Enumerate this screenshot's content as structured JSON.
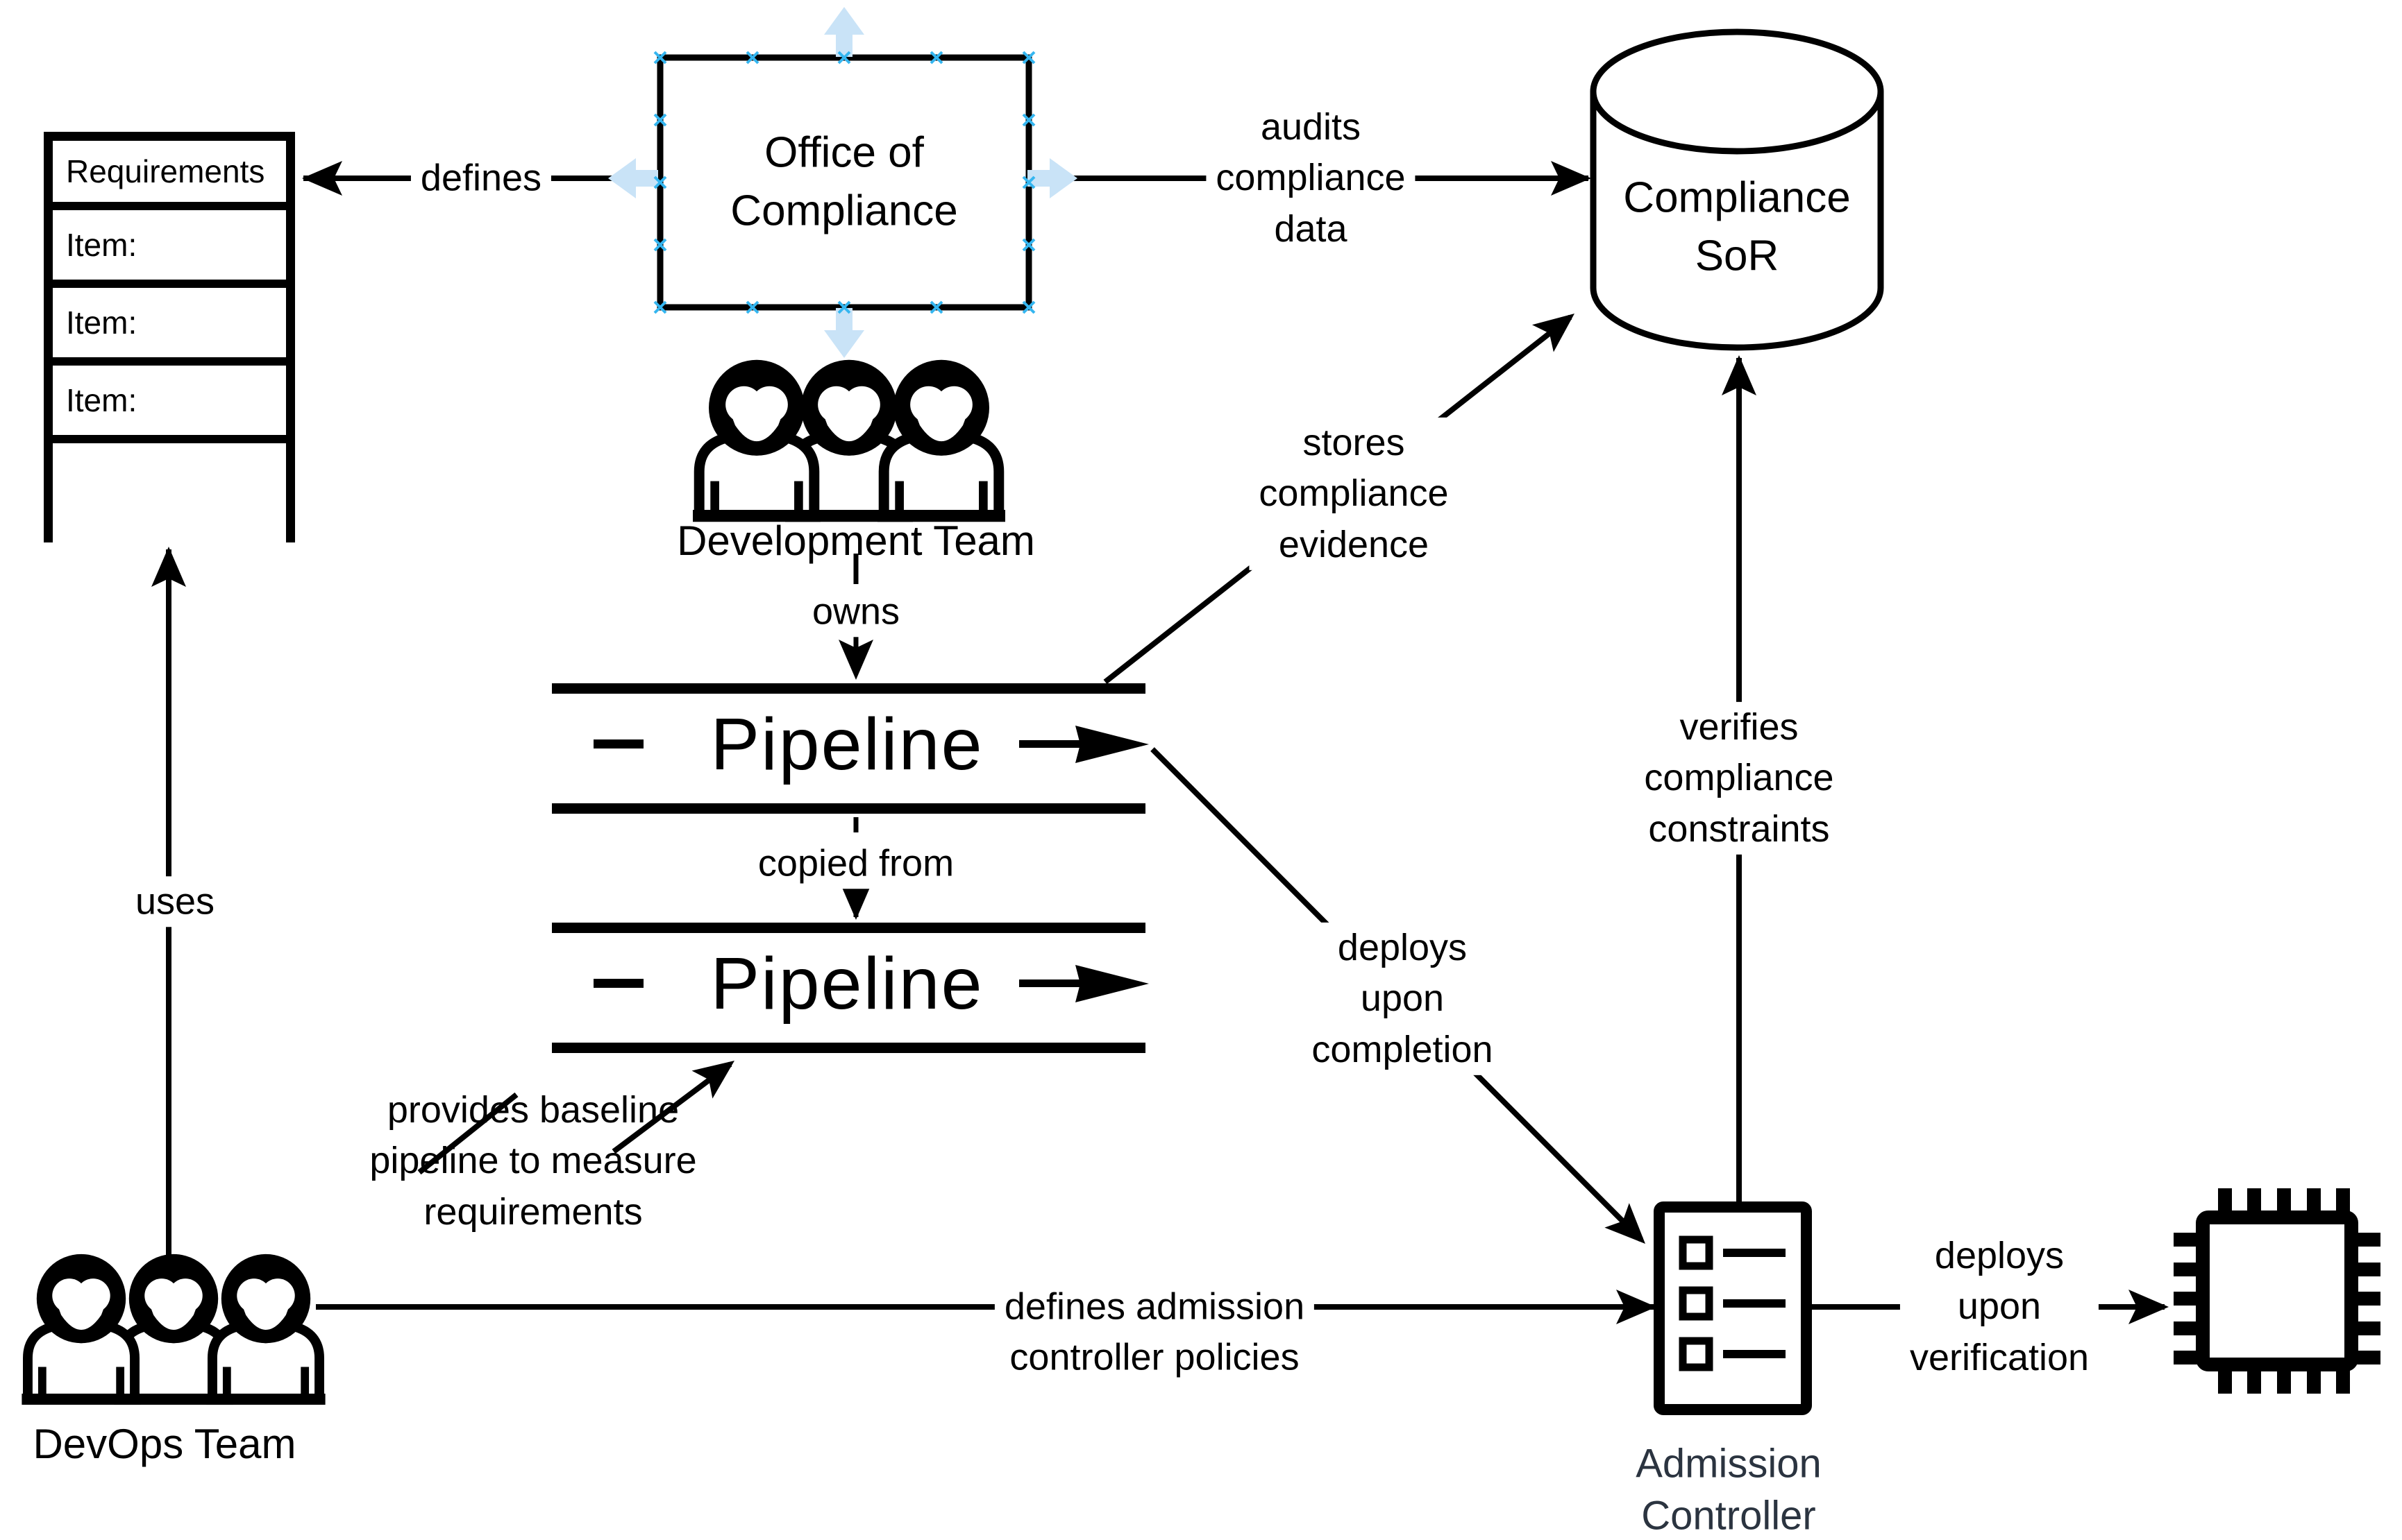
{
  "diagram": {
    "background": "#ffffff",
    "colors": {
      "line": "#000000",
      "admission_label_text": "#2b3440",
      "selection_handle": "#35b6f0",
      "hover_arrow": "#c9e3f7"
    },
    "nodes": {
      "requirements_list": {
        "header": "Requirements",
        "items": [
          "Item:",
          "Item:",
          "Item:"
        ]
      },
      "office_of_compliance": {
        "label": "Office of\nCompliance",
        "selected": true
      },
      "compliance_sor": {
        "label": "Compliance\nSoR"
      },
      "development_team": {
        "label": "Development Team",
        "member_count": 3
      },
      "devops_team": {
        "label": "DevOps Team",
        "member_count": 3
      },
      "pipeline_top": {
        "label": "Pipeline"
      },
      "pipeline_bottom": {
        "label": "Pipeline"
      },
      "admission_controller": {
        "label": "Admission\nController"
      },
      "deployment_chip": {
        "icon": "chip-icon"
      }
    },
    "edges": {
      "defines": {
        "label": "defines"
      },
      "audits": {
        "label": "audits\ncompliance\ndata"
      },
      "uses": {
        "label": "uses"
      },
      "owns": {
        "label": "owns"
      },
      "copied_from": {
        "label": "copied from"
      },
      "stores": {
        "label": "stores\ncompliance\nevidence"
      },
      "provides_baseline": {
        "label": "provides baseline\npipeline to measure\nrequirements"
      },
      "deploys_completion": {
        "label": "deploys\nupon\ncompletion"
      },
      "verifies": {
        "label": "verifies\ncompliance\nconstraints"
      },
      "defines_admission": {
        "label": "defines admission\ncontroller policies"
      },
      "deploys_verification": {
        "label": "deploys\nupon\nverification"
      }
    }
  }
}
